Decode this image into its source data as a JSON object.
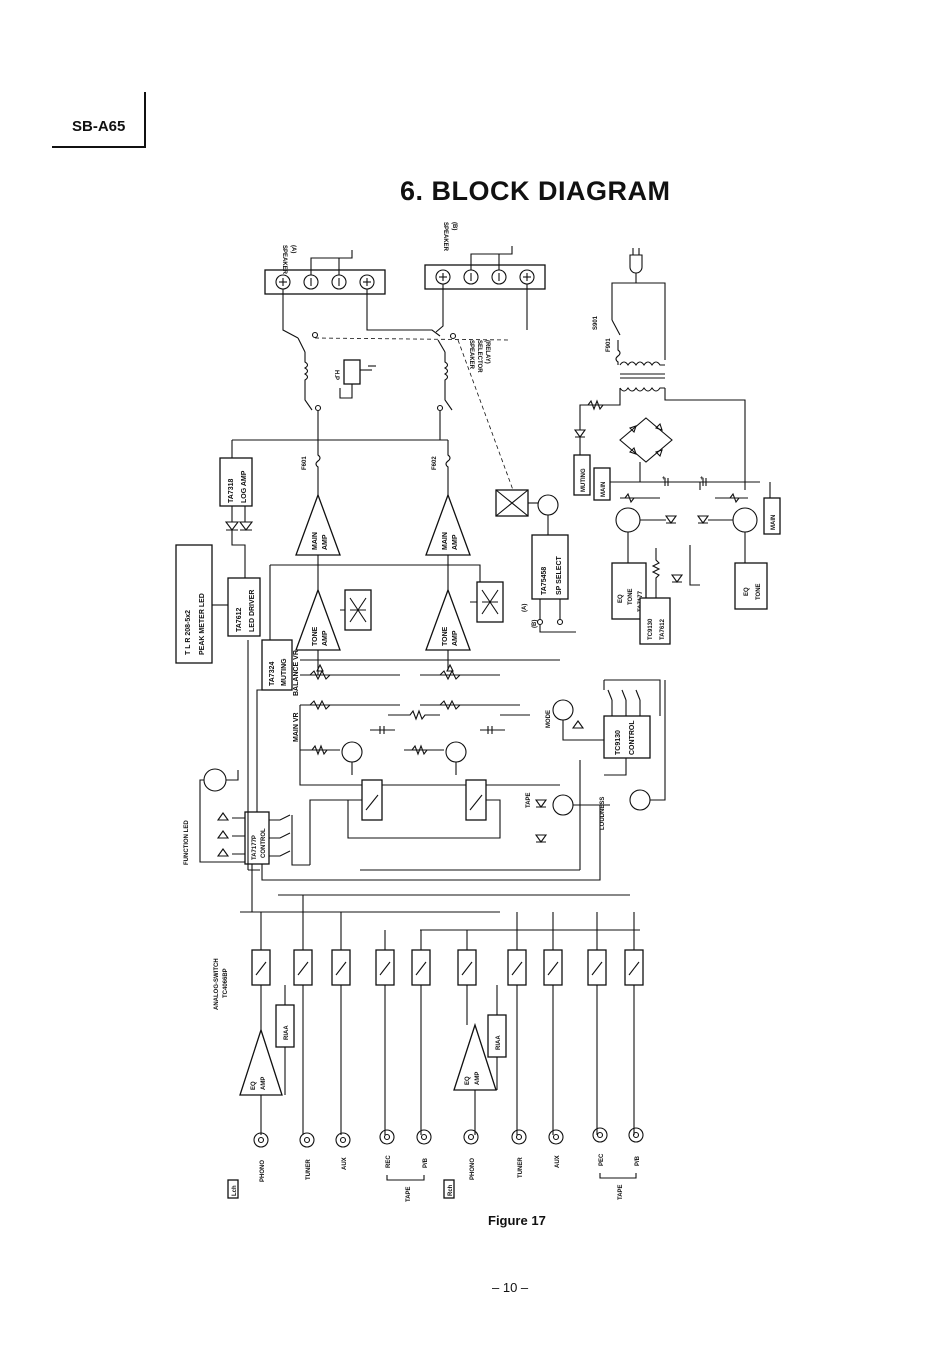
{
  "header": {
    "model": "SB-A65"
  },
  "title": "6. BLOCK DIAGRAM",
  "figure_caption": "Figure 17",
  "page_number": "– 10 –",
  "diagram": {
    "speaker_a": {
      "title": "SPEAKER",
      "sub": "(A)"
    },
    "speaker_b": {
      "title": "SPEAKER",
      "sub": "(B)"
    },
    "speaker_selector": [
      "SPEAKER",
      "SELECTOR",
      "(RELAY)"
    ],
    "headphone": "H.P",
    "fuses": {
      "f601": "F601",
      "f602": "F602",
      "f901": "F901",
      "s901": "S901"
    },
    "log_amp": [
      "TA7318",
      "LOG AMP"
    ],
    "led_driver": [
      "TA7612",
      "LED DRIVER"
    ],
    "peak_meter": [
      "T L R 208-5x2",
      "PEAK METER LED"
    ],
    "main_amp_l": [
      "MAIN",
      "AMP"
    ],
    "main_amp_r": [
      "MAIN",
      "AMP"
    ],
    "tone_amp_l": [
      "TONE",
      "AMP"
    ],
    "tone_amp_r": [
      "TONE",
      "AMP"
    ],
    "sp_select": [
      "TA75458",
      "SP SELECT"
    ],
    "sp_ab": {
      "a": "(A)",
      "b": "(B)"
    },
    "muting_ic": [
      "TA7324",
      "MUTING"
    ],
    "balance_vr": "BALANCE VR",
    "main_vr": "MAIN VR",
    "mode": "MODE",
    "control_right": [
      "TC9130",
      "CONTROL"
    ],
    "tape_sw": "TAPE",
    "loudness": "LOUDNESS",
    "power": {
      "muting": "MUTING",
      "main_1": "MAIN",
      "main_2": "MAIN",
      "eq_tone_ta": [
        "EQ",
        "TONE",
        "TA7177"
      ],
      "tc_ta": [
        "TC9130",
        "TA7612"
      ],
      "eq_tone": [
        "EQ",
        "TONE"
      ]
    },
    "function_led": "FUNCTION LED",
    "control_left": [
      "TA7177P",
      "CONTROL"
    ],
    "analog_switch": [
      "ANALOG-SWITCH",
      "TC4066BP"
    ],
    "riaa_l": "RIAA",
    "riaa_r": "RIAA",
    "eq_amp_l": [
      "EQ",
      "AMP"
    ],
    "eq_amp_r": [
      "EQ",
      "AMP"
    ],
    "inputs_l": [
      "PHONO",
      "TUNER",
      "AUX",
      "REC",
      "P/B"
    ],
    "inputs_r": [
      "PHONO",
      "TUNER",
      "AUX",
      "PEC",
      "P/B"
    ],
    "tape_group": "TAPE",
    "lch": "Lch",
    "rch": "Rch"
  }
}
